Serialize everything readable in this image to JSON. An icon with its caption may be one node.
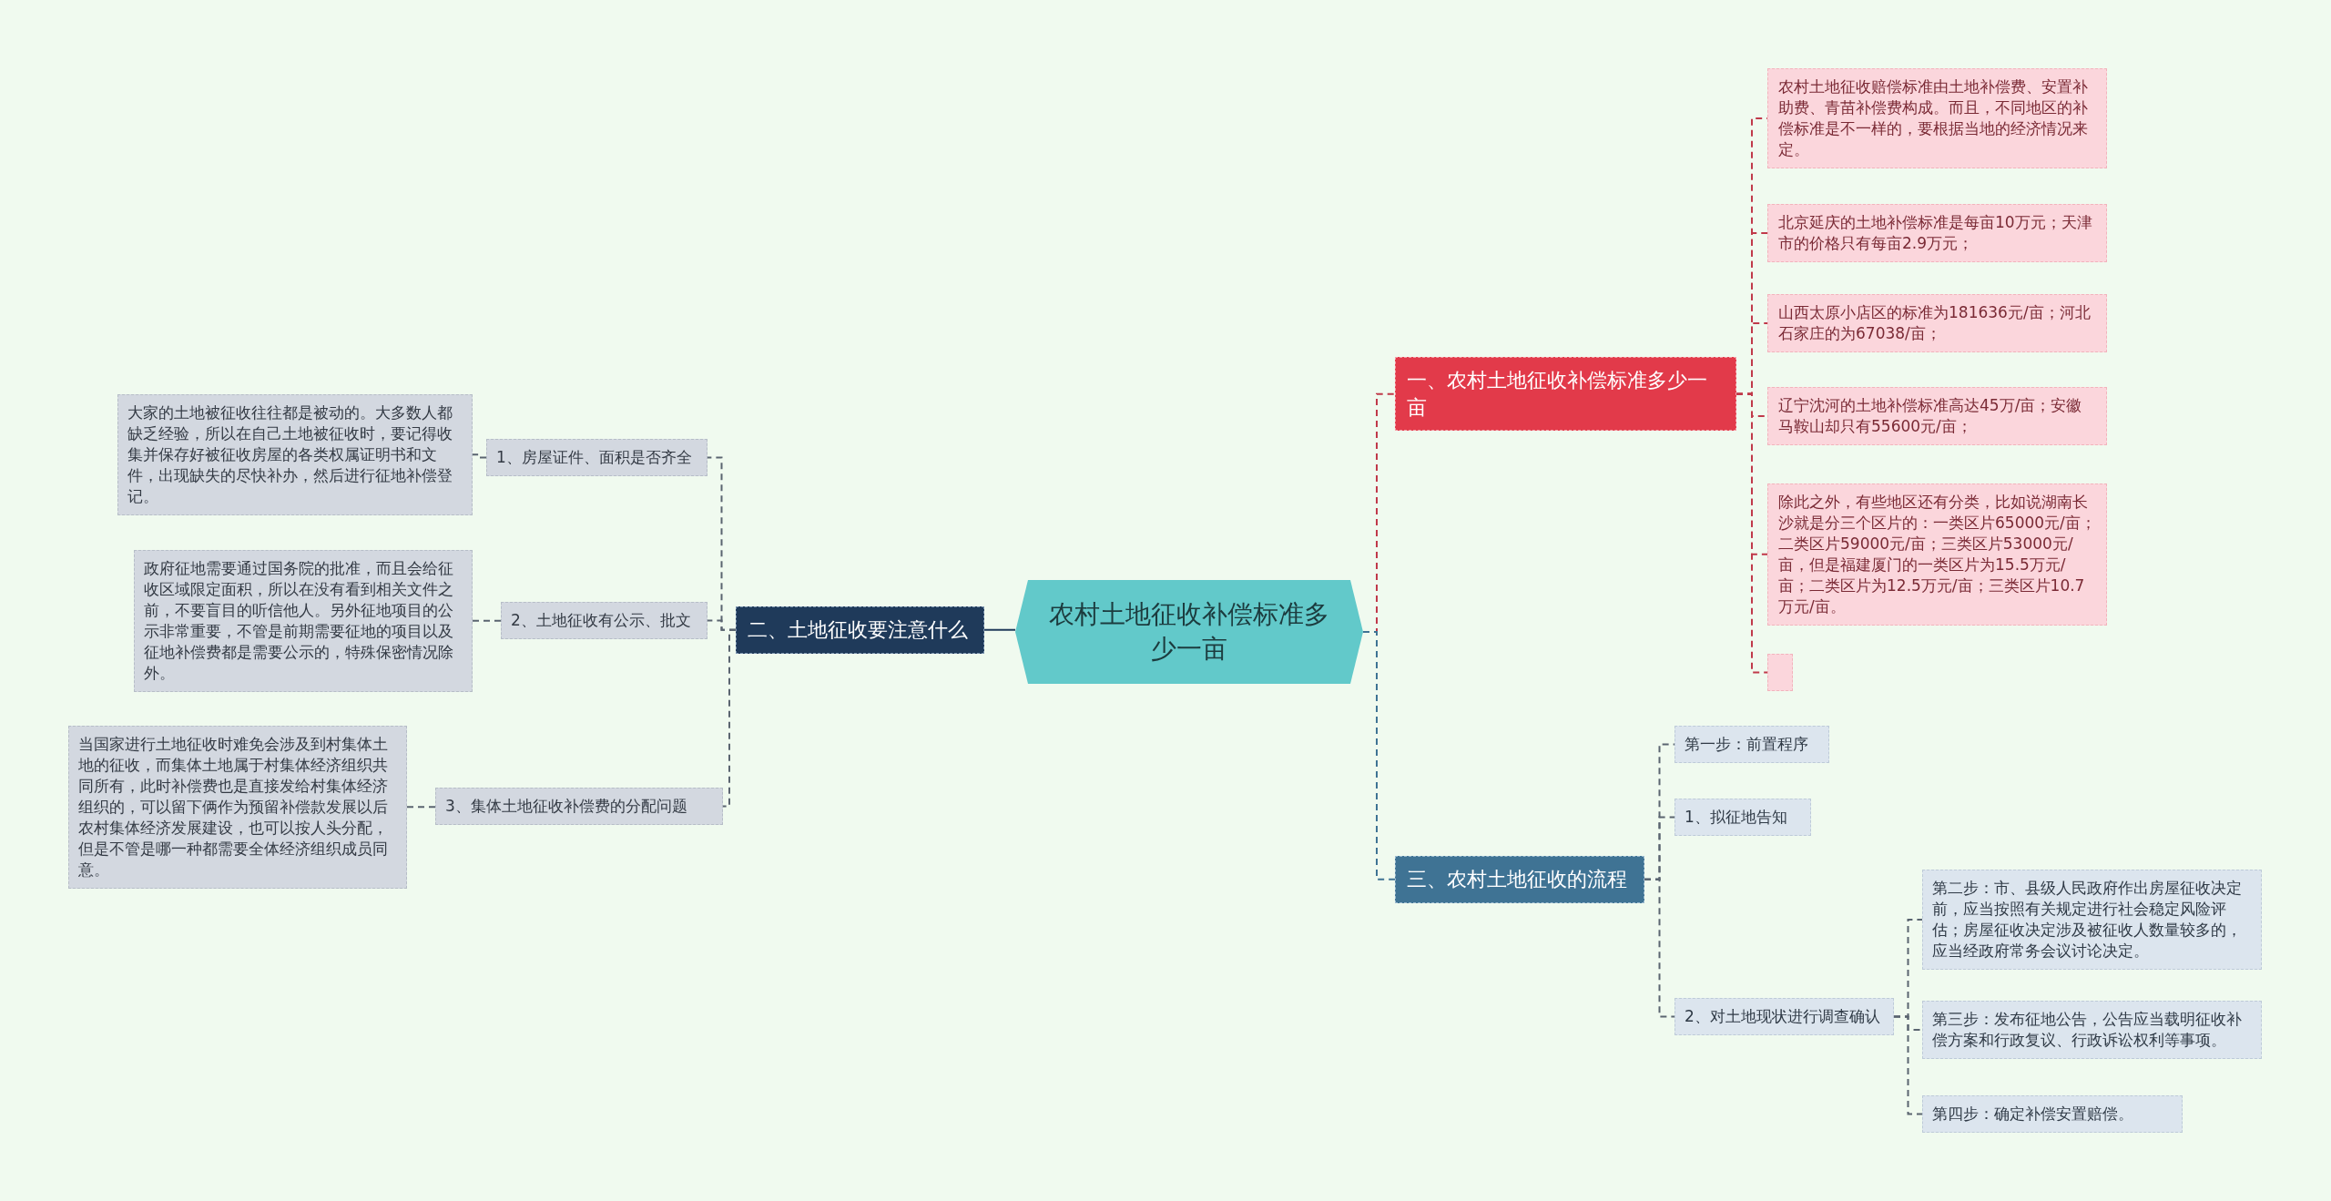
{
  "diagram": {
    "nodes": [
      {
        "text": [
          "农村土地征收补偿标准多少一亩"
        ]
      },
      {
        "text": [
          "一、农村土地征收补偿标准多少一亩"
        ]
      },
      {
        "text": [
          "农村土地征收赔偿标准由土地补偿费、安置补助费、青苗补偿费构成。而且，不同地区的补偿标准是不一样的，要根据当地的经济情况来定。"
        ]
      },
      {
        "text": [
          "北京延庆的土地补偿标准是每亩10万元；天津市的价格只有每亩2.9万元；"
        ]
      },
      {
        "text": [
          "山西太原小店区的标准为181636元/亩；河北石家庄的为67038/亩；"
        ]
      },
      {
        "text": [
          "辽宁沈河的土地补偿标准高达45万/亩；安徽马鞍山却只有55600元/亩；"
        ]
      },
      {
        "text": [
          "除此之外，有些地区还有分类，比如说湖南长沙就是分三个区片的：一类区片65000元/亩；二类区片59000元/亩；三类区片53000元/亩，但是福建厦门的一类区片为15.5万元/亩；二类区片为12.5万元/亩；三类区片10.7万元/亩。"
        ]
      },
      {
        "text": [],
        "shape": "box"
      },
      {
        "text": [
          "二、土地征收要注意什么"
        ]
      },
      {
        "text": [
          "1、房屋证件、面积是否齐全"
        ]
      },
      {
        "text": [
          "大家的土地被征收往往都是被动的。大多数人都缺乏经验，所以在自己土地被征收时，要记得收集并保存好被征收房屋的各类权属证明书和文件，出现缺失的尽快补办，然后进行征地补偿登记。"
        ]
      },
      {
        "text": [
          "2、土地征收有公示、批文"
        ]
      },
      {
        "text": [
          "政府征地需要通过国务院的批准，而且会给征收区域限定面积，所以在没有看到相关文件之前，不要盲目的听信他人。另外征地项目的公示非常重要，不管是前期需要征地的项目以及征地补偿费都是需要公示的，特殊保密情况除外。"
        ]
      },
      {
        "text": [
          "3、集体土地征收补偿费的分配问题"
        ]
      },
      {
        "text": [
          "当国家进行土地征收时难免会涉及到村集体土地的征收，而集体土地属于村集体经济组织共同所有，此时补偿费也是直接发给村集体经济组织的，可以留下俩作为预留补偿款发展以后农村集体经济发展建设，也可以按人头分配，但是不管是哪一种都需要全体经济组织成员同意。"
        ]
      },
      {
        "text": [
          "三、农村土地征收的流程"
        ]
      },
      {
        "text": [
          "第一步：前置程序"
        ]
      },
      {
        "text": [
          "1、拟征地告知"
        ]
      },
      {
        "text": [
          "2、对土地现状进行调查确认"
        ]
      },
      {
        "text": [
          "第二步：市、县级人民政府作出房屋征收决定前，应当按照有关规定进行社会稳定风险评估；房屋征收决定涉及被征收人数量较多的，应当经政府常务会议讨论决定。"
        ]
      },
      {
        "text": [
          "第三步：发布征地公告，公告应当载明征收补偿方案和行政复议、行政诉讼权利等事项。"
        ]
      },
      {
        "text": [
          "第四步：确定补偿安置赔偿。"
        ]
      }
    ],
    "edges": [
      {
        "from": 0,
        "to": 1,
        "arrow": "none",
        "style": "dashed",
        "color": "#c0394a"
      },
      {
        "from": 1,
        "to": 2,
        "arrow": "none",
        "style": "dashed",
        "color": "#c0394a"
      },
      {
        "from": 1,
        "to": 3,
        "arrow": "none",
        "style": "dashed",
        "color": "#c0394a"
      },
      {
        "from": 1,
        "to": 4,
        "arrow": "none",
        "style": "dashed",
        "color": "#c0394a"
      },
      {
        "from": 1,
        "to": 5,
        "arrow": "none",
        "style": "dashed",
        "color": "#c0394a"
      },
      {
        "from": 1,
        "to": 6,
        "arrow": "none",
        "style": "dashed",
        "color": "#c0394a"
      },
      {
        "from": 1,
        "to": 7,
        "arrow": "none",
        "style": "dashed",
        "color": "#c0394a"
      },
      {
        "from": 0,
        "to": 8,
        "arrow": "none",
        "color": "#1f3a5a"
      },
      {
        "from": 8,
        "to": 9,
        "arrow": "none",
        "style": "dashed"
      },
      {
        "from": 9,
        "to": 10,
        "arrow": "none",
        "style": "dashed"
      },
      {
        "from": 8,
        "to": 11,
        "arrow": "none",
        "style": "dashed"
      },
      {
        "from": 11,
        "to": 12,
        "arrow": "none",
        "style": "dashed"
      },
      {
        "from": 8,
        "to": 13,
        "arrow": "none",
        "style": "dashed"
      },
      {
        "from": 13,
        "to": 14,
        "arrow": "none",
        "style": "dashed"
      },
      {
        "from": 0,
        "to": 15,
        "arrow": "none",
        "style": "dashed",
        "color": "#3f7394"
      },
      {
        "from": 15,
        "to": 16,
        "arrow": "none",
        "style": "dashed"
      },
      {
        "from": 15,
        "to": 17,
        "arrow": "none",
        "style": "dashed"
      },
      {
        "from": 15,
        "to": 18,
        "arrow": "none",
        "style": "dashed"
      },
      {
        "from": 18,
        "to": 19,
        "arrow": "none",
        "style": "dashed"
      },
      {
        "from": 18,
        "to": 20,
        "arrow": "none",
        "style": "dashed"
      },
      {
        "from": 18,
        "to": 21,
        "arrow": "none",
        "style": "dashed"
      }
    ]
  }
}
